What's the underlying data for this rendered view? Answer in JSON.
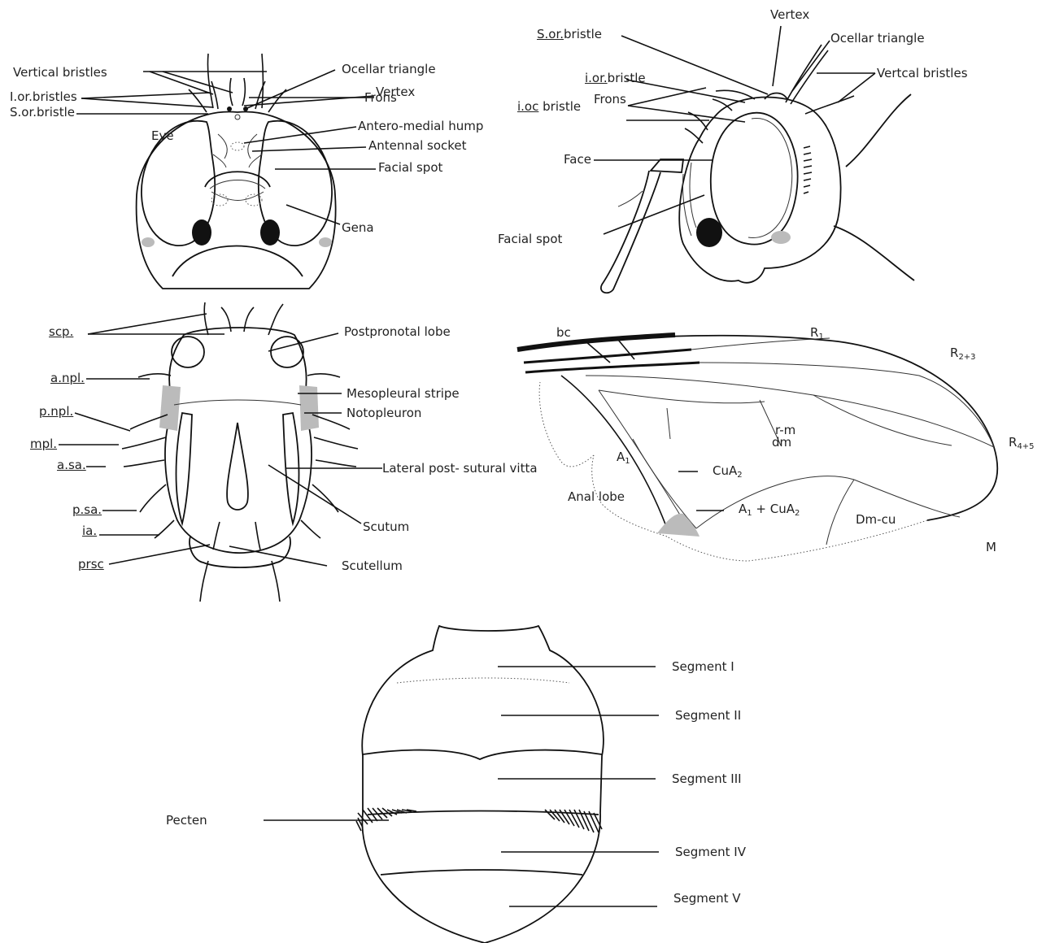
{
  "head_front": {
    "labels": {
      "vertical_bristles": "Vertical bristles",
      "i_or_bristles": "I.or.bristles",
      "s_or_bristle": "S.or.bristle",
      "eye": "Eye",
      "ocellar_triangle": "Ocellar triangle",
      "vertex": "Vertex",
      "frons": "Frons",
      "antero_medial_hump": "Antero-medial hump",
      "antennal_socket": "Antennal socket",
      "facial_spot": "Facial spot",
      "gena": "Gena"
    }
  },
  "head_side": {
    "labels": {
      "s_or_bristle_u": "S.or.",
      "s_or_bristle_rest": "bristle",
      "vertex": "Vertex",
      "ocellar_triangle": "Ocellar triangle",
      "vertical_bristles": "Vertcal bristles",
      "i_or_bristle_u": "i.or.",
      "i_or_bristle_rest": "bristle",
      "frons": "Frons",
      "i_oc_bristle_u": "i.oc",
      "i_oc_bristle_rest": " bristle",
      "face": "Face",
      "facial_spot": "Facial spot"
    }
  },
  "thorax": {
    "labels": {
      "scp": "scp.",
      "a_npl": "a.npl.",
      "p_npl": "p.npl.",
      "mpl": "mpl.",
      "a_sa": "a.sa.",
      "p_sa": "p.sa.",
      "ia": "ia.",
      "prsc": "prsc",
      "postpronotal_lobe": "Postpronotal lobe",
      "mesopleural_stripe": "Mesopleural stripe",
      "notopleuron": "Notopleuron",
      "lateral_post_sutural_vitta": "Lateral post- sutural vitta",
      "scutum": "Scutum",
      "scutellum": "Scutellum"
    }
  },
  "wing": {
    "labels": {
      "bc": "bc",
      "r1": "R",
      "r1_sub": "1",
      "r23": "R",
      "r23_sub": "2+3",
      "r45": "R",
      "r45_sub": "4+5",
      "r_m": "r-m",
      "dm": "dm",
      "a1": "A",
      "a1_sub": "1",
      "cua2": "CuA",
      "cua2_sub": "2",
      "anal_lobe": "Anal lobe",
      "a1_cua2": "A",
      "a1_cua2_sub1": "1",
      "a1_cua2_plus": " + CuA",
      "a1_cua2_sub2": "2",
      "dm_cu": "Dm-cu",
      "m": "M"
    }
  },
  "abdomen": {
    "labels": {
      "segment_1": "Segment I",
      "segment_2": "Segment II",
      "segment_3": "Segment III",
      "pecten": "Pecten",
      "segment_4": "Segment IV",
      "segment_5": "Segment V"
    }
  }
}
